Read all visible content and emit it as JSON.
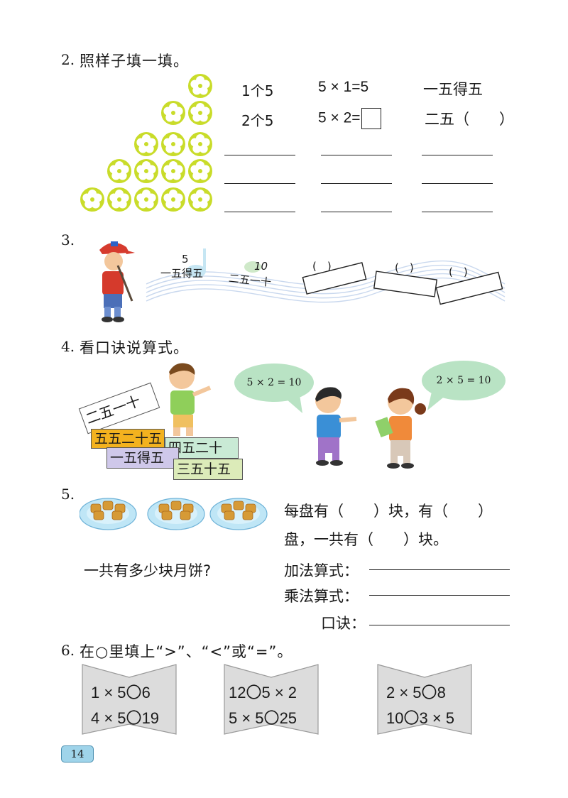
{
  "q2": {
    "number": "2.",
    "title": "照样子填一填。",
    "row1": {
      "count": "1个5",
      "equation": "5 × 1=5",
      "rhyme": "一五得五"
    },
    "row2": {
      "count": "2个5",
      "equation": "5 × 2=",
      "rhyme": "二五（　　）"
    }
  },
  "q3": {
    "number": "3.",
    "staff": {
      "n1": "5",
      "r1": "一五得五",
      "n2": "10",
      "r2": "二五一十",
      "p1": "(　)",
      "p2": "(　)",
      "p3": "(　)"
    }
  },
  "q4": {
    "number": "4.",
    "title": "看口诀说算式。",
    "cards": [
      "二五一十",
      "五五二十五",
      "一五得五",
      "四五二十",
      "三五十五"
    ],
    "bubble_left": "5 × 2 = 10",
    "bubble_right": "2 × 5 = 10"
  },
  "q5": {
    "number": "5.",
    "question": "一共有多少块月饼?",
    "line1": "每盘有（　　）块，有（　　）",
    "line2": "盘，一共有（　　）块。",
    "add_label": "加法算式：",
    "mul_label": "乘法算式：",
    "rhyme_label": "口诀："
  },
  "q6": {
    "number": "6.",
    "title": "在○里填上“>”、“<”或“=”。",
    "panels": [
      {
        "a": "1 × 5",
        "b": "6",
        "c": "4 × 5",
        "d": "19"
      },
      {
        "a": "12",
        "b": "5 × 2",
        "c": "5 × 5",
        "d": "25"
      },
      {
        "a": "2 × 5",
        "b": "8",
        "c": "10",
        "d": "3 × 5"
      }
    ]
  },
  "page_number": "14",
  "colors": {
    "flower": "#c9dc2a",
    "bubble": "#b9e3c4",
    "badge": "#9fd4ea"
  }
}
